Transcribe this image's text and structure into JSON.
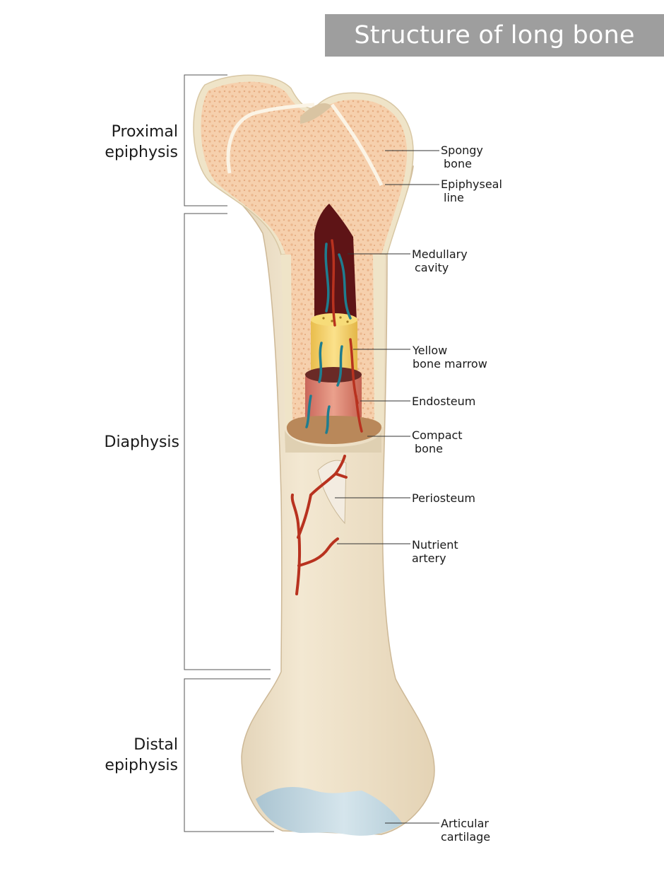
{
  "title": "Structure of long bone",
  "regions": {
    "proximal": [
      "Proximal",
      "epiphysis"
    ],
    "diaphysis": [
      "Diaphysis"
    ],
    "distal": [
      "Distal",
      "epiphysis"
    ]
  },
  "labels": {
    "spongy_bone": [
      "Spongy",
      "bone"
    ],
    "epiphyseal_line": [
      "Epiphyseal",
      "line"
    ],
    "medullary_cavity": [
      "Medullary",
      "cavity"
    ],
    "yellow_bone_marrow": [
      "Yellow",
      "bone marrow"
    ],
    "endosteum": [
      "Endosteum"
    ],
    "compact_bone": [
      "Compact",
      "bone"
    ],
    "periosteum": [
      "Periosteum"
    ],
    "nutrient_artery": [
      "Nutrient",
      "artery"
    ],
    "articular_cartilage": [
      "Articular",
      "cartilage"
    ]
  },
  "colors": {
    "title_background": "#9e9e9e",
    "spongy_bone": "#f4c9a6",
    "bone_shaft": "#efe3cb",
    "medullary_cavity": "#5e1416",
    "yellow_marrow": "#f3d36a",
    "endosteum": "#d9826a",
    "compact_bone": "#b9885a",
    "artery": "#b8321f",
    "vein": "#1f7d8f",
    "cartilage": "#bcd3de"
  }
}
